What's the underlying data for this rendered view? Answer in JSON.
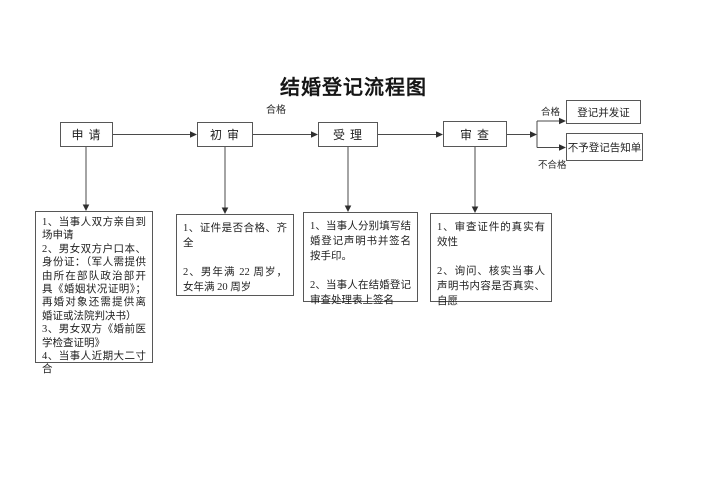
{
  "title": "结婚登记流程图",
  "steps": [
    {
      "label": "申 请"
    },
    {
      "label": "初 审"
    },
    {
      "label": "受 理"
    },
    {
      "label": "审 查"
    }
  ],
  "edge_labels": {
    "pass_mid": "合格",
    "pass_branch": "合格",
    "fail_branch": "不合格"
  },
  "outcomes": [
    {
      "label": "登记并发证"
    },
    {
      "label": "不予登记告知单"
    }
  ],
  "details": [
    {
      "items": [
        "1、当事人双方亲自到场申请",
        "2、男女双方户口本、身份证：（军人需提供由所在部队政治部开具《婚姻状况证明》；再婚对象还需提供离婚证或法院判决书）",
        "3、男女双方《婚前医学检查证明》",
        "4、当事人近期大二寸合"
      ]
    },
    {
      "items": [
        "1、证件是否合格、齐全",
        "2、男年满 22 周岁，女年满 20 周岁"
      ]
    },
    {
      "items": [
        "1、当事人分别填写结婚登记声明书并签名按手印。",
        "2、当事人在结婚登记审查处理表上签名"
      ]
    },
    {
      "items": [
        "1、审查证件的真实有效性",
        "2、询问、核实当事人声明书内容是否真实、自愿"
      ]
    }
  ]
}
